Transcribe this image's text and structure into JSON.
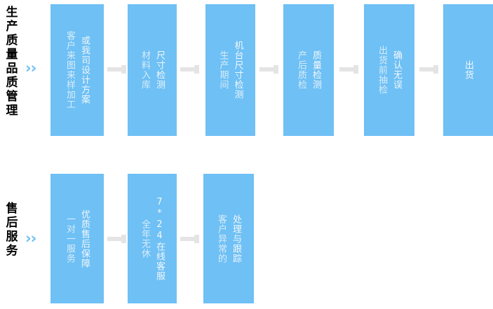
{
  "diagram": {
    "type": "process-flow",
    "box_color": "#6ec0f5",
    "arrow_color": "#e4e4e4",
    "chevron_color": "#6ec0f5",
    "label_color": "#000000",
    "box_text_color": "#f2f7fb",
    "background": "#ffffff"
  },
  "rows": [
    {
      "label": "生产质量品质管理",
      "chevron": "››",
      "steps": [
        {
          "col_right": "或我司设计方案",
          "col_left": "客户来图来样加工"
        },
        {
          "col_right": "尺寸检测",
          "col_left": "材料入库"
        },
        {
          "col_right": "机台尺寸检测",
          "col_left": "生产期间"
        },
        {
          "col_right": "质量检测",
          "col_left": "产后质检"
        },
        {
          "col_right": "确认无误",
          "col_left": "出货前抽检"
        },
        {
          "col_right": "出货",
          "col_left": ""
        }
      ]
    },
    {
      "label": "售后服务",
      "chevron": "››",
      "steps": [
        {
          "col_right": "优质售后保障",
          "col_left": "一对一服务"
        },
        {
          "col_right": "7*24在线客服",
          "col_left": "全年无休"
        },
        {
          "col_right": "处理与跟踪",
          "col_left": "客户异常的"
        }
      ]
    }
  ]
}
